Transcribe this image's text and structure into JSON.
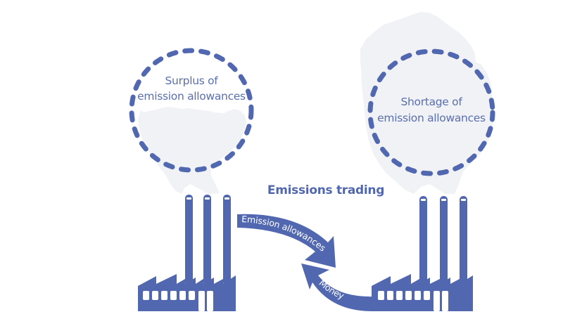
{
  "diagram": {
    "title": "Emissions trading",
    "colors": {
      "primary": "#5168B0",
      "cloud": "#F0F2F5",
      "background": "#FFFFFF",
      "window": "#FFFFFF"
    },
    "left_company": {
      "label_line1": "Surplus of",
      "label_line2": "emission allowances",
      "chimneys": 3,
      "status": "surplus"
    },
    "right_company": {
      "label_line1": "Shortage of",
      "label_line2": "emission allowances",
      "chimneys": 3,
      "status": "shortage"
    },
    "flows": [
      {
        "label": "Emission allowances",
        "from": "left_company",
        "to": "right_company"
      },
      {
        "label": "Money",
        "from": "right_company",
        "to": "left_company"
      }
    ]
  }
}
